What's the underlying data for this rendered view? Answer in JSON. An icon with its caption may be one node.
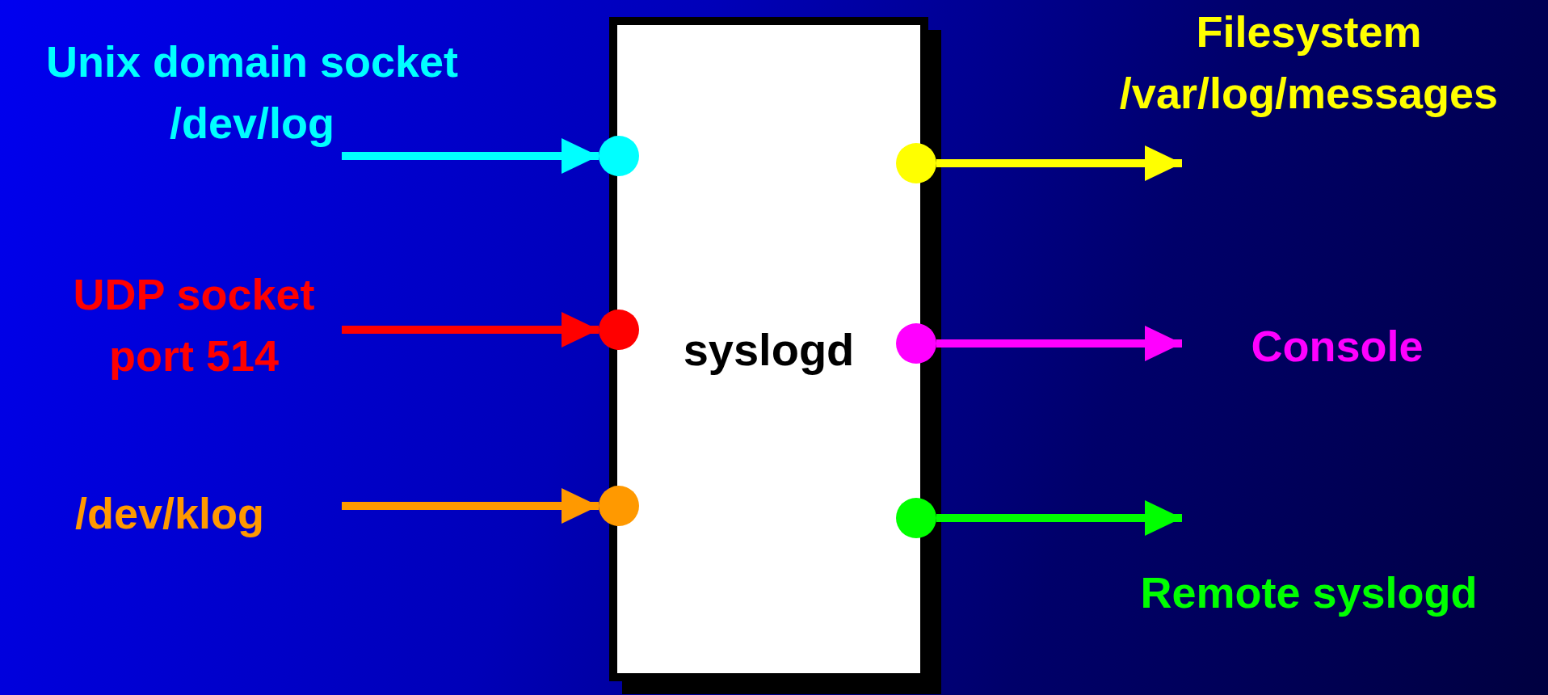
{
  "diagram": {
    "nodes": [
      {
        "text": [
          "syslogd"
        ]
      },
      {
        "text": [
          "Unix domain socket /dev/log"
        ]
      },
      {
        "text": [
          "UDP socket port 514"
        ]
      },
      {
        "text": [
          "/dev/klog"
        ]
      },
      {
        "text": [
          "Filesystem /var/log/messages"
        ]
      },
      {
        "text": [
          "Console"
        ]
      },
      {
        "text": [
          "Remote syslogd"
        ]
      }
    ],
    "edges": [
      {
        "from": 1,
        "to": 0,
        "arrow": "to",
        "color": "#00ffff"
      },
      {
        "from": 2,
        "to": 0,
        "arrow": "to",
        "color": "#ff0000"
      },
      {
        "from": 3,
        "to": 0,
        "arrow": "to",
        "color": "#ff9900"
      },
      {
        "from": 0,
        "to": 4,
        "arrow": "to",
        "color": "#ffff00"
      },
      {
        "from": 0,
        "to": 5,
        "arrow": "to",
        "color": "#ff00ff"
      },
      {
        "from": 0,
        "to": 6,
        "arrow": "to",
        "color": "#00ff00"
      }
    ]
  }
}
